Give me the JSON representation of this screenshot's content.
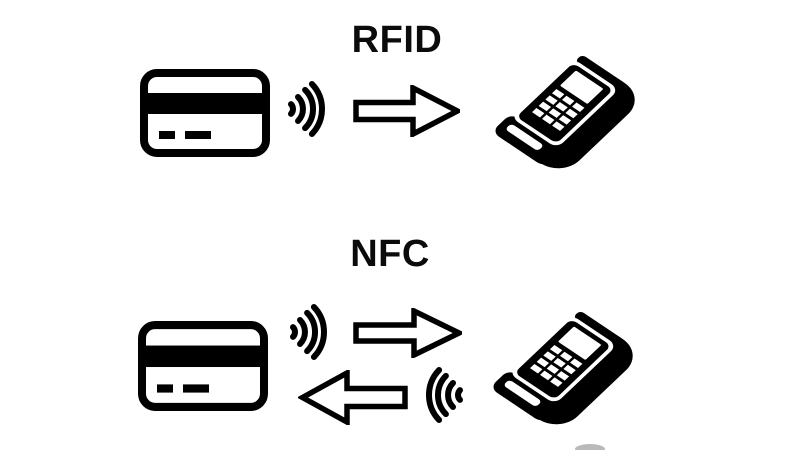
{
  "diagram": {
    "background_color": "#ffffff",
    "ink_color": "#000000",
    "sections": [
      {
        "label": "RFID",
        "left_device": "contactless-payment-card",
        "right_device": "pos-payment-terminal",
        "arrows": [
          "right"
        ],
        "signal_waves": [
          "card-emits-waves-rightward"
        ],
        "icons": [
          "contactless-card-icon",
          "radio-waves-icon",
          "arrow-right-icon",
          "pos-terminal-icon"
        ]
      },
      {
        "label": "NFC",
        "left_device": "contactless-payment-card",
        "right_device": "pos-payment-terminal",
        "arrows": [
          "right",
          "left"
        ],
        "signal_waves": [
          "card-emits-waves-rightward",
          "terminal-emits-waves-leftward"
        ],
        "icons": [
          "contactless-card-icon",
          "radio-waves-icon",
          "arrow-right-icon",
          "arrow-left-icon",
          "radio-waves-mirrored-icon",
          "pos-terminal-icon"
        ]
      }
    ]
  }
}
